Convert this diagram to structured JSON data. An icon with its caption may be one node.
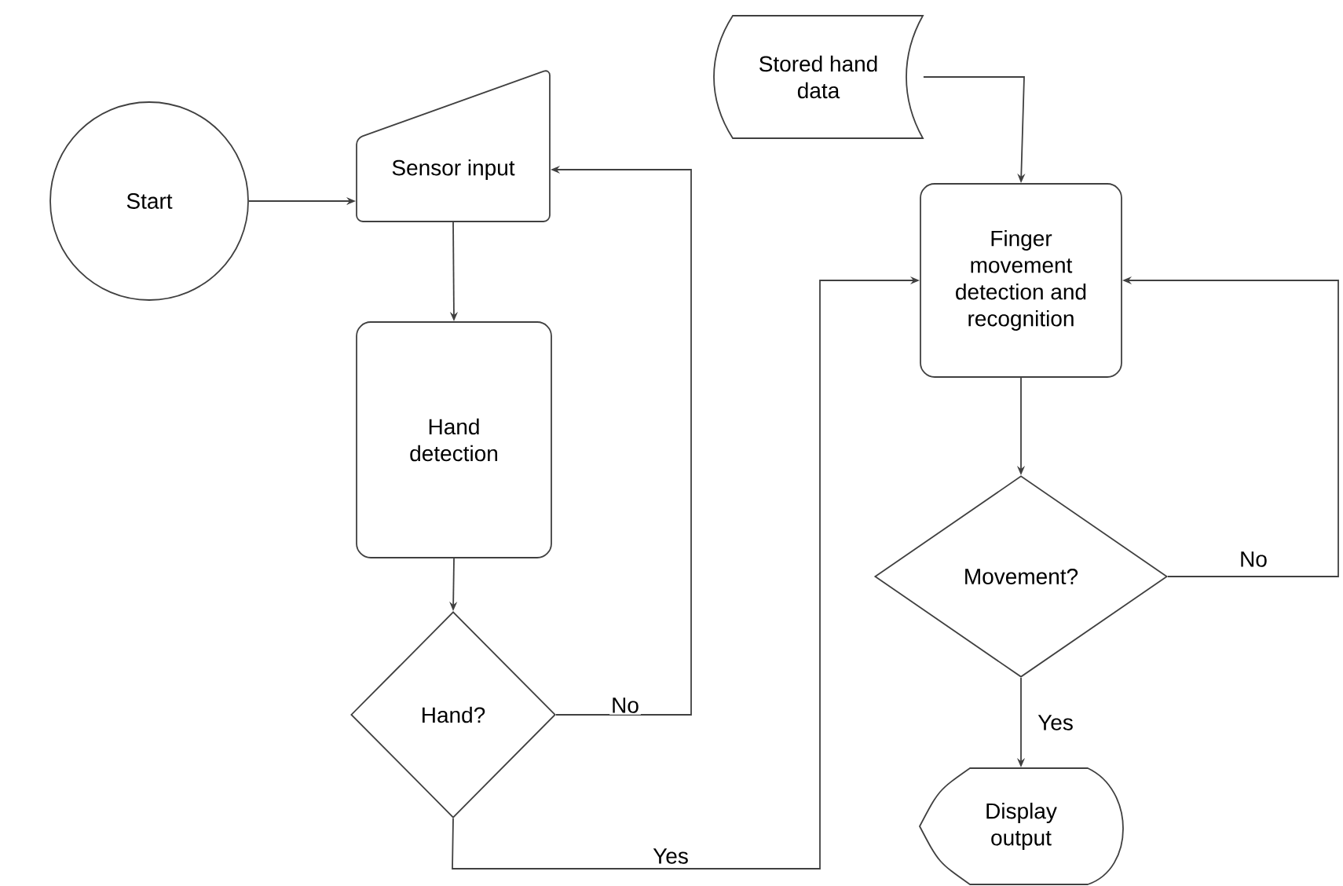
{
  "diagram": {
    "nodes": [
      {
        "text": [
          "Start"
        ]
      },
      {
        "text": [
          "Sensor input"
        ]
      },
      {
        "text": [
          "Hand detection"
        ]
      },
      {
        "text": [
          "Hand?"
        ]
      },
      {
        "text": [
          "Stored hand data"
        ]
      },
      {
        "text": [
          "Finger movement detection and recognition"
        ]
      },
      {
        "text": [
          "Movement?"
        ]
      },
      {
        "text": [
          "Display output"
        ]
      }
    ],
    "edges": [
      {
        "from": 0,
        "to": 1,
        "arrow": "to"
      },
      {
        "from": 1,
        "to": 2,
        "arrow": "to"
      },
      {
        "from": 2,
        "to": 3,
        "arrow": "to"
      },
      {
        "from": 3,
        "to": 1,
        "arrow": "to",
        "label": "No"
      },
      {
        "from": 3,
        "to": 5,
        "arrow": "to",
        "label": "Yes"
      },
      {
        "from": 4,
        "to": 5,
        "arrow": "to"
      },
      {
        "from": 5,
        "to": 6,
        "arrow": "to"
      },
      {
        "from": 6,
        "to": 7,
        "arrow": "to",
        "label": "Yes"
      },
      {
        "from": 6,
        "to": 5,
        "arrow": "to",
        "label": "No"
      }
    ]
  }
}
